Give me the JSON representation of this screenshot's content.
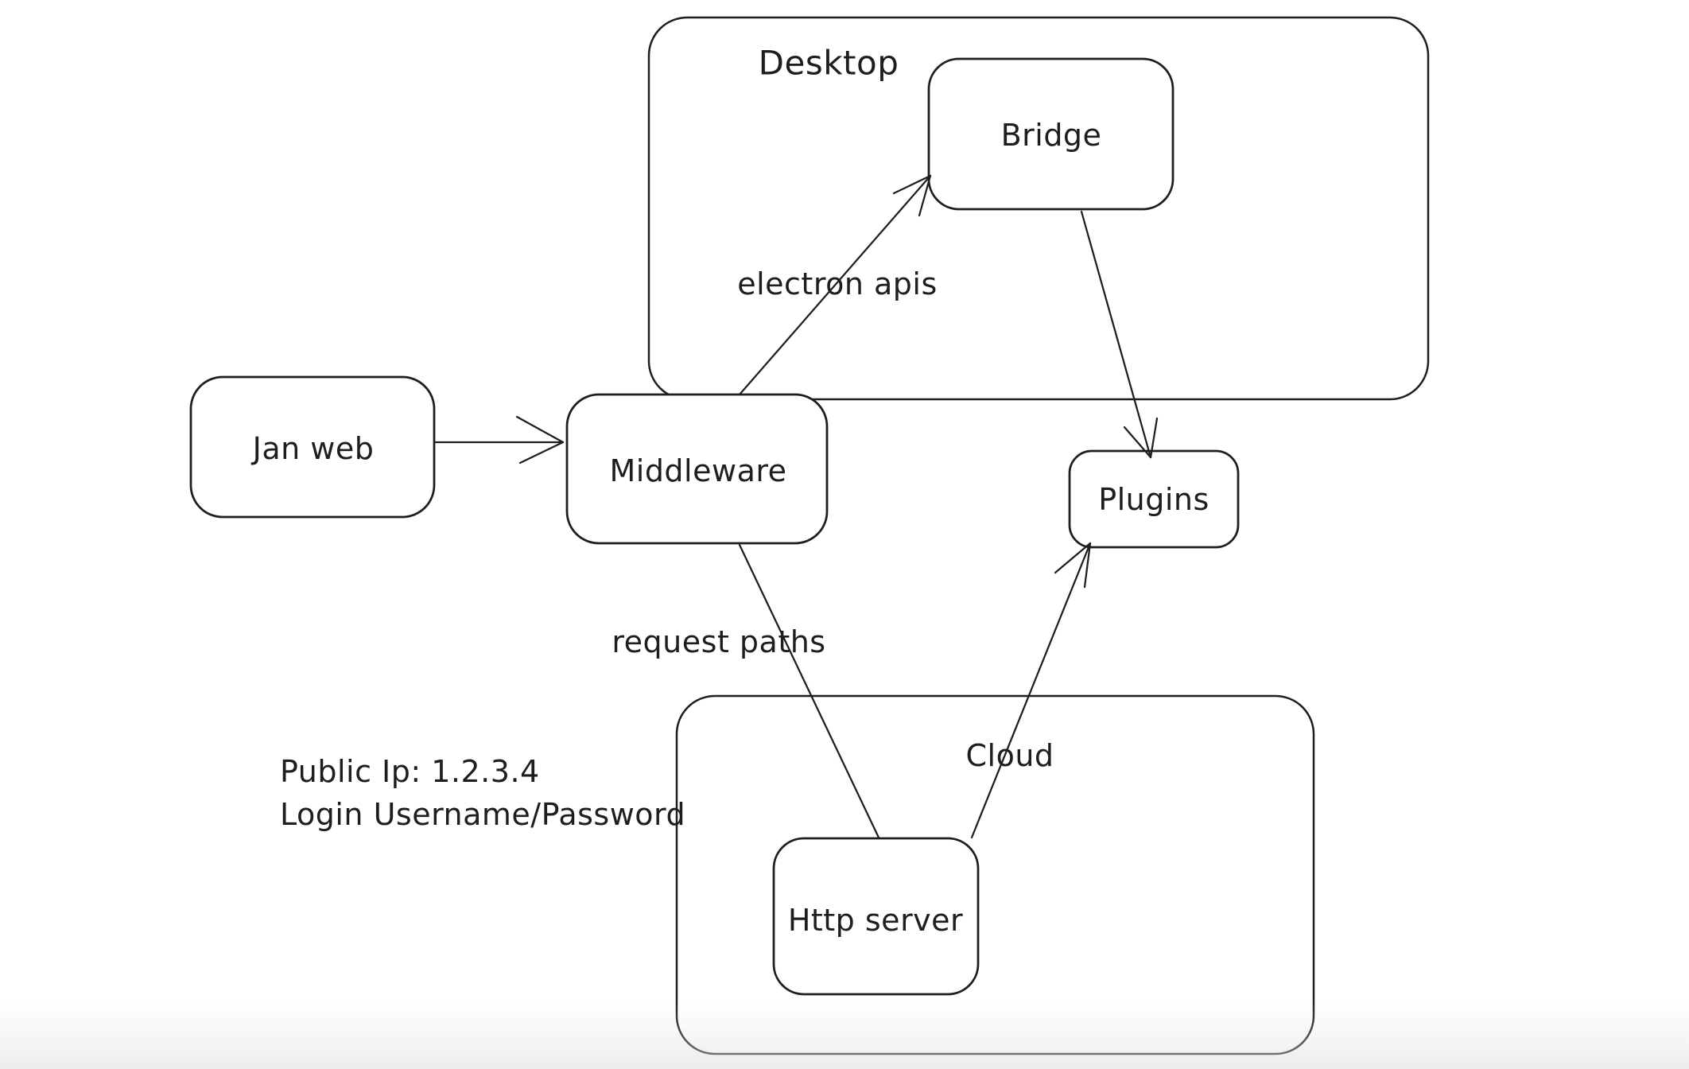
{
  "canvas": {
    "background": "#ffffff",
    "ink_color": "#1e1e1e",
    "style": "hand-drawn sketch diagram"
  },
  "containers": [
    {
      "id": "desktop",
      "label": "Desktop"
    },
    {
      "id": "cloud",
      "label": "Cloud"
    }
  ],
  "nodes": [
    {
      "id": "jan-web",
      "label": "Jan web"
    },
    {
      "id": "middleware",
      "label": "Middleware"
    },
    {
      "id": "bridge",
      "label": "Bridge"
    },
    {
      "id": "plugins",
      "label": "Plugins"
    },
    {
      "id": "http-server",
      "label": "Http server"
    }
  ],
  "edges": [
    {
      "id": "jan-web-to-middleware",
      "from": "Jan web",
      "to": "Middleware",
      "label": "",
      "arrow": true
    },
    {
      "id": "middleware-to-bridge",
      "from": "Middleware",
      "to": "Bridge",
      "label": "electron apis",
      "arrow": true
    },
    {
      "id": "bridge-to-plugins",
      "from": "Bridge",
      "to": "Plugins",
      "label": "",
      "arrow": true
    },
    {
      "id": "middleware-to-http-server",
      "from": "Middleware",
      "to": "Http server",
      "label": "request paths",
      "arrow": false
    },
    {
      "id": "http-server-to-plugins",
      "from": "Http server",
      "to": "Plugins",
      "label": "",
      "arrow": true
    }
  ],
  "annotations": [
    {
      "id": "public-ip",
      "text": "Public Ip: 1.2.3.4"
    },
    {
      "id": "login",
      "text": "Login Username/Password"
    }
  ]
}
